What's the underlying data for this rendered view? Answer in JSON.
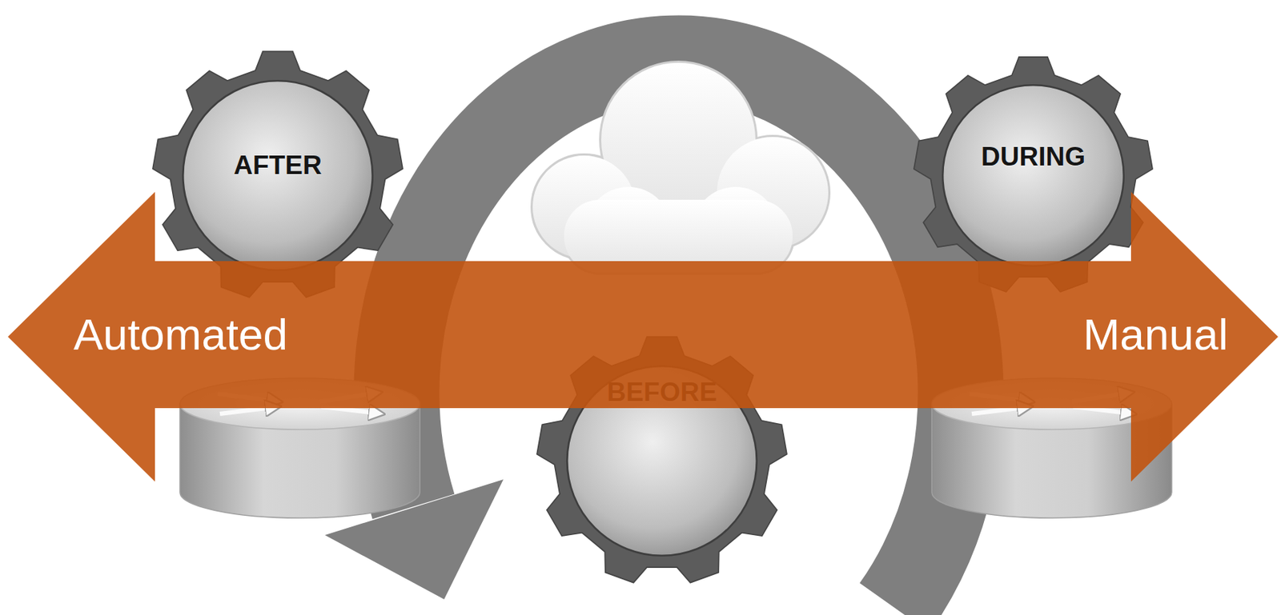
{
  "diagram": {
    "nodes": [
      {
        "text": [
          "AFTER"
        ]
      },
      {
        "text": [
          "DURING"
        ]
      },
      {
        "text": [
          "Automated",
          "Manual"
        ]
      },
      {
        "text": [
          "BEFORE"
        ]
      }
    ]
  }
}
